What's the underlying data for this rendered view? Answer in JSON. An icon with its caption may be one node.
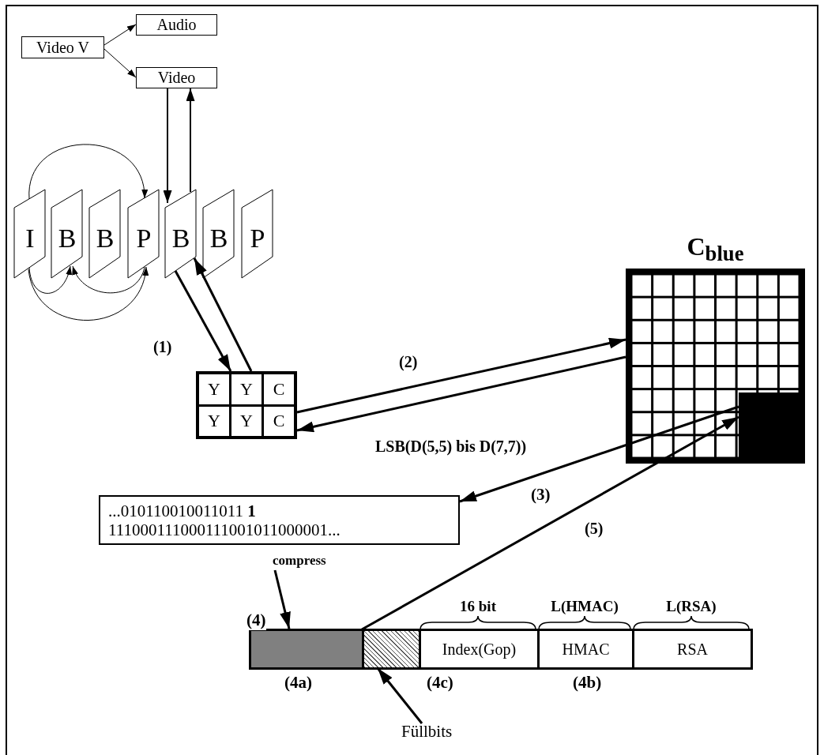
{
  "diagram": {
    "nodes": [
      {
        "text": [
          "Video V"
        ]
      },
      {
        "text": [
          "Audio"
        ]
      },
      {
        "text": [
          "Video"
        ]
      },
      {
        "text": [
          "I"
        ]
      },
      {
        "text": [
          "B"
        ]
      },
      {
        "text": [
          "B"
        ]
      },
      {
        "text": [
          "P"
        ]
      },
      {
        "text": [
          "B"
        ]
      },
      {
        "text": [
          "B"
        ]
      },
      {
        "text": [
          "P"
        ]
      },
      {
        "text": [
          "Y",
          "Y",
          "C",
          "Y",
          "Y",
          "C"
        ]
      },
      {
        "text": [
          "C$_{blue}$"
        ]
      },
      {
        "text": [],
        "shape": "box",
        "in": 11
      },
      {
        "text": [
          "...010110010011011 **1** 111000111000111001011000001..."
        ]
      },
      {
        "text": [
          "compress"
        ]
      },
      {
        "text": [],
        "shape": "bar"
      },
      {
        "text": [],
        "shape": "box",
        "in": 15
      },
      {
        "text": [],
        "shape": "box",
        "in": 15
      },
      {
        "text": [
          "Index(Gop)"
        ],
        "in": 15,
        "beside": [
          "16 bit"
        ]
      },
      {
        "text": [
          "HMAC"
        ],
        "in": 15,
        "beside": [
          "L(HMAC)"
        ]
      },
      {
        "text": [
          "RSA"
        ],
        "in": 15,
        "beside": [
          "L(RSA)"
        ]
      },
      {
        "text": [
          "Füllbits"
        ]
      }
    ],
    "edges": [
      {
        "from": 0,
        "to": 1,
        "arrow": "to"
      },
      {
        "from": 0,
        "to": 2,
        "arrow": "to"
      },
      {
        "from": 2,
        "to": 7,
        "arrow": "to"
      },
      {
        "from": 7,
        "to": 2,
        "arrow": "to"
      },
      {
        "from": 3,
        "to": 6,
        "arrow": "to"
      },
      {
        "from": 3,
        "to": 4,
        "arrow": "to"
      },
      {
        "from": 6,
        "to": 4,
        "arrow": "to"
      },
      {
        "from": 3,
        "to": 6,
        "arrow": "to"
      },
      {
        "from": 7,
        "to": 10,
        "arrow": "to",
        "label": "(1)"
      },
      {
        "from": 10,
        "to": 7,
        "arrow": "to"
      },
      {
        "from": 10,
        "to": 11,
        "arrow": "to",
        "label": "(2)"
      },
      {
        "from": 11,
        "to": 10,
        "arrow": "to"
      },
      {
        "from": 12,
        "to": 13,
        "arrow": "to",
        "label": "LSB(D(5,5) bis D(7,7))"
      },
      {
        "from": 16,
        "to": 12,
        "arrow": "to",
        "label": "(5)"
      },
      {
        "from": 14,
        "to": 16,
        "arrow": "to"
      },
      {
        "from": 21,
        "to": 17,
        "arrow": "to"
      }
    ],
    "labels": [
      "(3)",
      "(4)",
      "(4a)",
      "(4c)",
      "(4b)"
    ]
  }
}
